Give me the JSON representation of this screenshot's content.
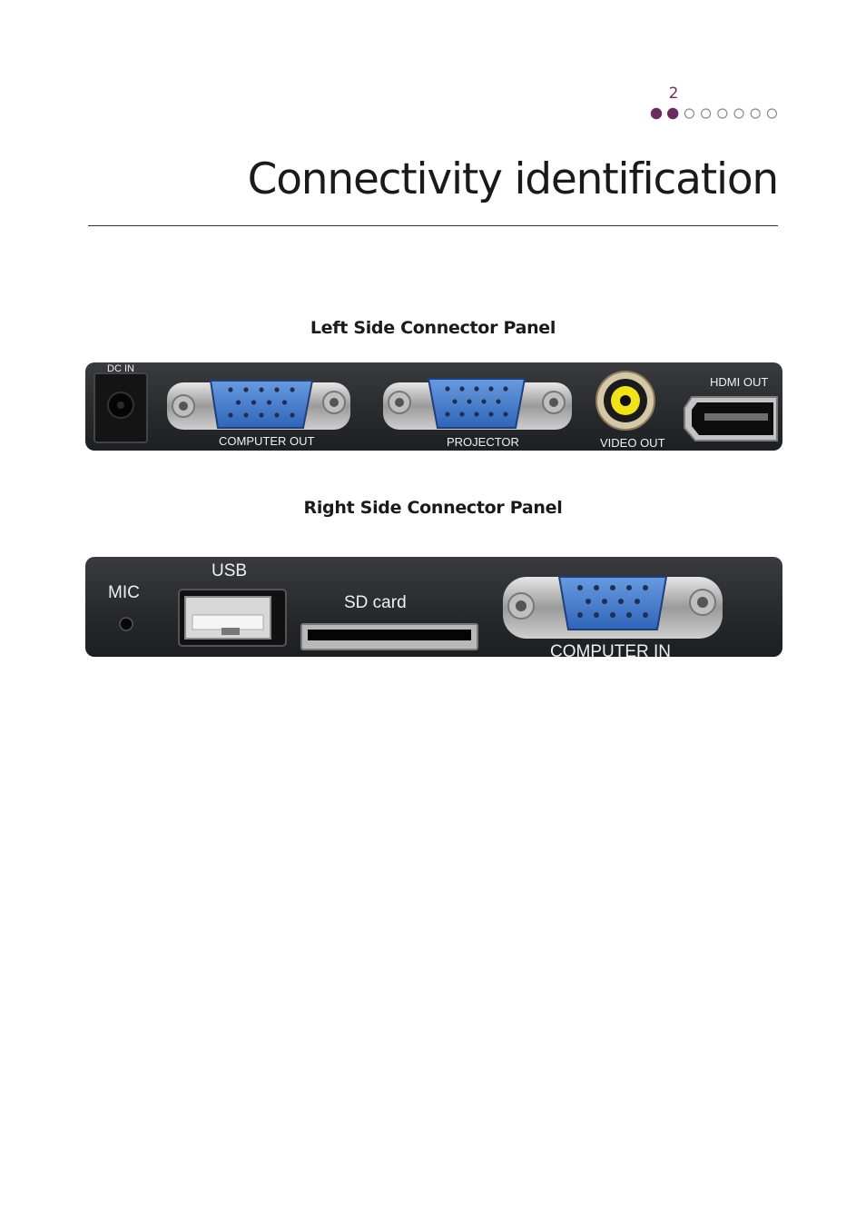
{
  "header": {
    "page_number": "2",
    "progress": {
      "total": 8,
      "filled": 2
    },
    "accent_color": "#6b2d5c"
  },
  "title": "Connectivity identification",
  "left_panel": {
    "caption": "Left Side Connector Panel",
    "labels": {
      "dc_in": "DC  IN",
      "computer_out": "COMPUTER OUT",
      "projector": "PROJECTOR",
      "video_out": "VIDEO OUT",
      "hdmi_out": "HDMI OUT"
    }
  },
  "right_panel": {
    "caption": "Right Side Connector Panel",
    "labels": {
      "mic": "MIC",
      "usb": "USB",
      "sd_card": "SD card",
      "computer_in": "COMPUTER IN"
    }
  }
}
